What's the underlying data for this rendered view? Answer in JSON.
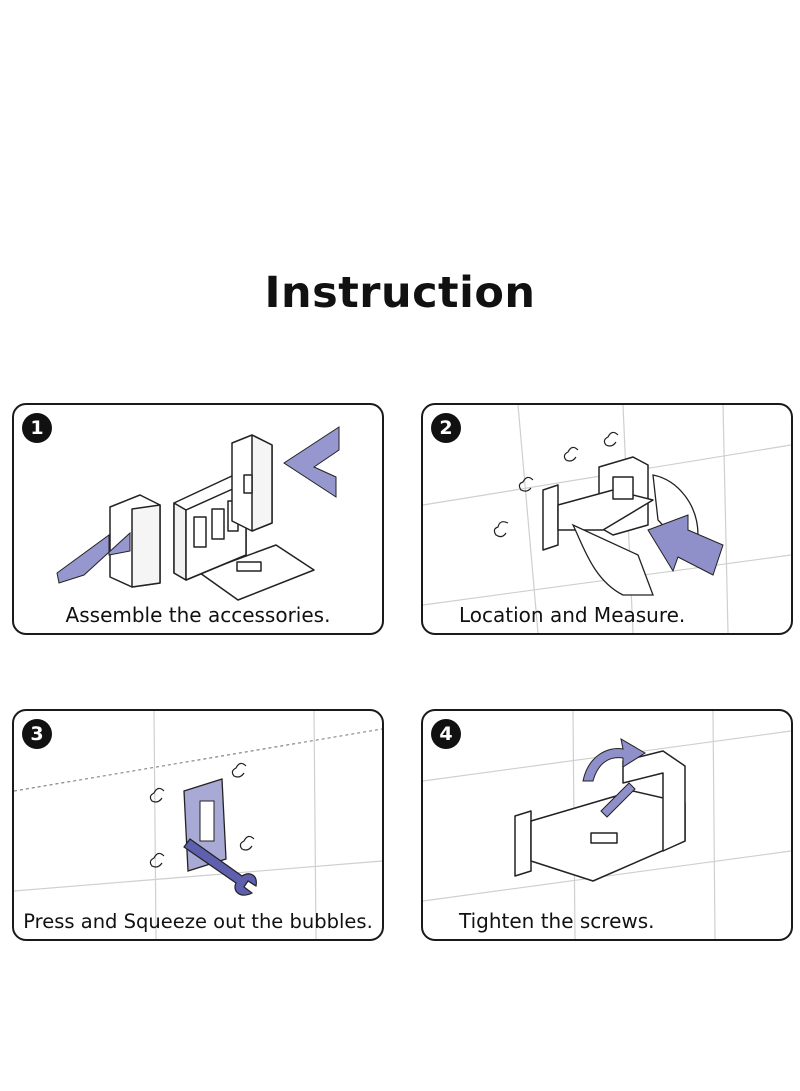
{
  "title": "Instruction",
  "colors": {
    "accent": "#8f8fc9",
    "line": "#1a1a1a",
    "grid": "#cfcfcf"
  },
  "steps": [
    {
      "number": "1",
      "caption": "Assemble the accessories."
    },
    {
      "number": "2",
      "caption": "Location and Measure."
    },
    {
      "number": "3",
      "caption": "Press and Squeeze out the bubbles."
    },
    {
      "number": "4",
      "caption": "Tighten the screws."
    }
  ]
}
